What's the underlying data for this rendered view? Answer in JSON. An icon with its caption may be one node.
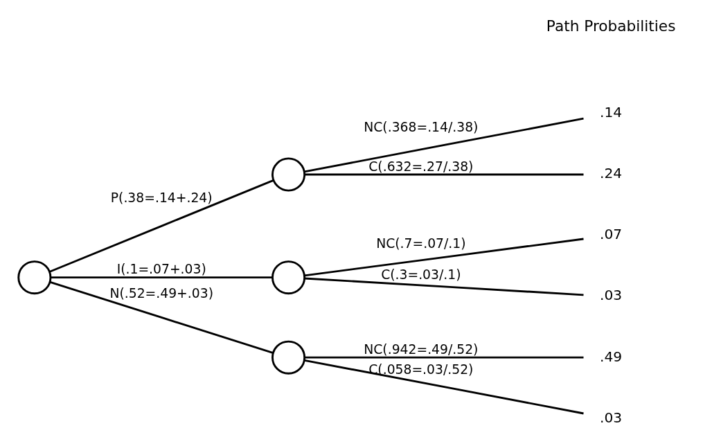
{
  "diagram": {
    "nodes": [
      {
        "text": [],
        "shape": "circle"
      },
      {
        "text": [],
        "shape": "circle"
      },
      {
        "text": [],
        "shape": "circle"
      },
      {
        "text": [],
        "shape": "circle"
      },
      {
        "text": [
          ".14"
        ]
      },
      {
        "text": [
          ".24"
        ]
      },
      {
        "text": [
          ".07"
        ]
      },
      {
        "text": [
          ".03"
        ]
      },
      {
        "text": [
          ".49"
        ]
      },
      {
        "text": [
          ".03"
        ]
      }
    ],
    "edges": [
      {
        "from": 0,
        "to": 1,
        "arrow": "none",
        "label": "P(.38=.14+.24)"
      },
      {
        "from": 0,
        "to": 2,
        "arrow": "none",
        "label": "I(.1=.07+.03)"
      },
      {
        "from": 0,
        "to": 3,
        "arrow": "none",
        "label": "N(.52=.49+.03)"
      },
      {
        "from": 1,
        "to": 4,
        "arrow": "none",
        "label": "NC(.368=.14/.38)"
      },
      {
        "from": 1,
        "to": 5,
        "arrow": "none",
        "label": "C(.632=.27/.38)"
      },
      {
        "from": 2,
        "to": 6,
        "arrow": "none",
        "label": "NC(.7=.07/.1)"
      },
      {
        "from": 2,
        "to": 7,
        "arrow": "none",
        "label": "C(.3=.03/.1)"
      },
      {
        "from": 3,
        "to": 8,
        "arrow": "none",
        "label": "NC(.942=.49/.52)"
      },
      {
        "from": 3,
        "to": 9,
        "arrow": "none",
        "label": "C(.058=.03/.52)"
      }
    ],
    "labels": [
      "Path Probabilities"
    ]
  }
}
